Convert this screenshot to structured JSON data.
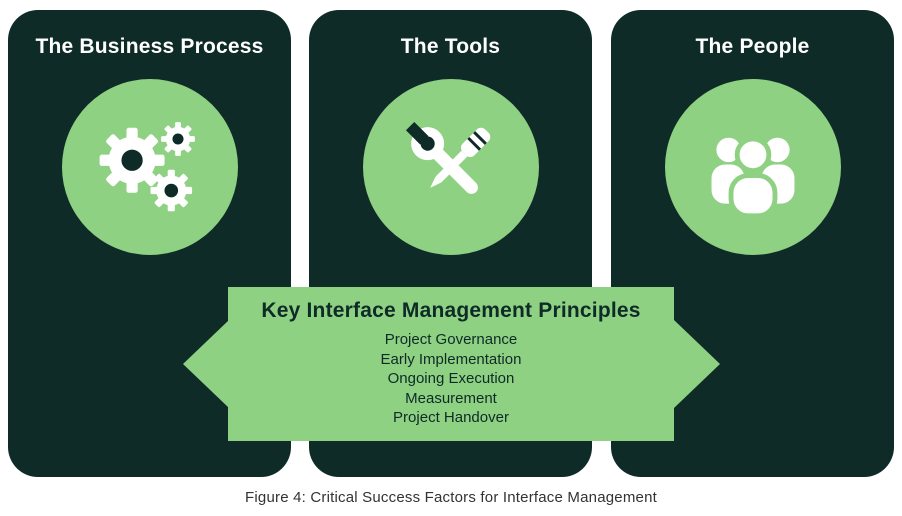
{
  "figure": {
    "cards": [
      {
        "title": "The Business Process",
        "icon": "gears-icon"
      },
      {
        "title": "The Tools",
        "icon": "tools-icon"
      },
      {
        "title": "The People",
        "icon": "people-icon"
      }
    ],
    "banner": {
      "title": "Key Interface Management Principles",
      "items": [
        "Project Governance",
        "Early Implementation",
        "Ongoing Execution",
        "Measurement",
        "Project Handover"
      ]
    },
    "caption": "Figure 4: Critical Success Factors for Interface Management"
  },
  "colors": {
    "card_background": "#0e2b27",
    "accent_green": "#8fd183",
    "icon_white": "#ffffff",
    "banner_text": "#0e2b27",
    "caption_text": "#333333"
  }
}
